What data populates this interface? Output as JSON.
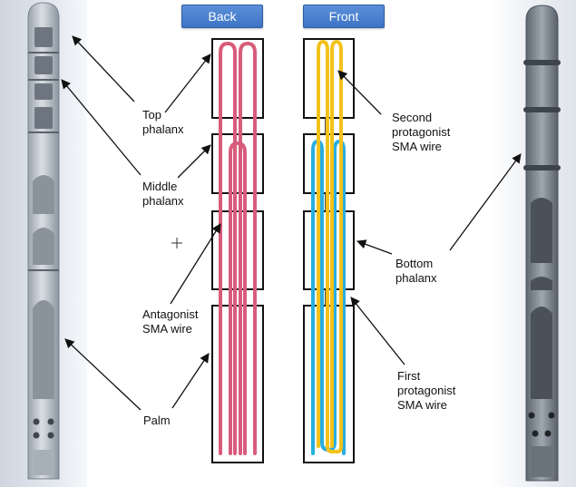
{
  "tabs": {
    "back": "Back",
    "front": "Front"
  },
  "labels": {
    "top_phalanx": "Top\nphalanx",
    "middle_phalanx": "Middle\nphalanx",
    "antagonist_wire": "Antagonist\nSMA wire",
    "palm": "Palm",
    "second_protagonist": "Second\nprotagonist\nSMA wire",
    "bottom_phalanx": "Bottom\nphalanx",
    "first_protagonist": "First\nprotagonist\nSMA wire"
  },
  "colors": {
    "antagonist_wire": "#d85c7a",
    "second_protagonist_wire": "#f2c21a",
    "first_protagonist_wire": "#29aee0",
    "outline": "#111111",
    "tab_fill": "#4a80cc"
  }
}
